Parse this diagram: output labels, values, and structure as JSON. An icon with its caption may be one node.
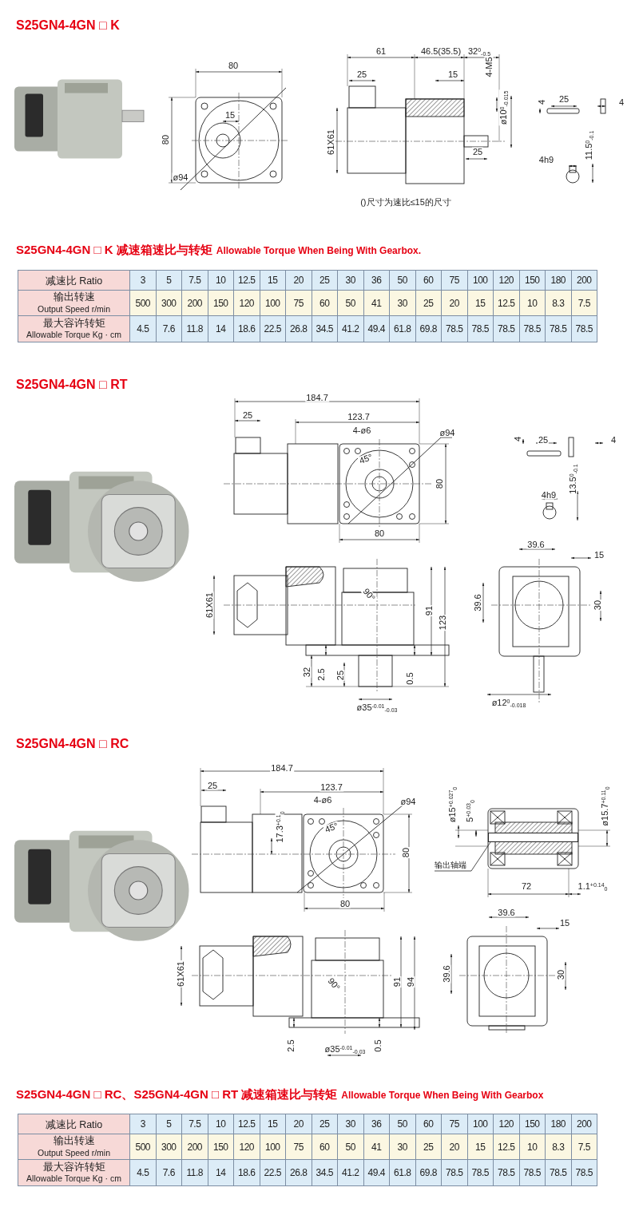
{
  "diagram": {
    "title": "S25GN4-4GN □ K",
    "nodes": [
      {
        "text": [
          "输出轴端"
        ]
      },
      {
        "text": [],
        "shape": "bar"
      }
    ],
    "edges": [
      {
        "from": 0,
        "to": 1,
        "arrow": "none"
      }
    ],
    "labels": [
      "80",
      "80",
      "15",
      "ø94",
      "61",
      "46.5(35.5)",
      "32$^{0}$$_{-0.5}$",
      "25",
      "15",
      "4-M5",
      "ø10$^{0}$$_{-0.015}$",
      "61X61",
      "25",
      "4",
      "25",
      "4",
      "11.5$^{0}$$_{-0.1}$",
      "4h9",
      "()尺寸为速比≤15的尺寸",
      "S25GN4-4GN □ K 减速箱速比与转矩",
      "Allowable Torque When Being With Gearbox.",
      "减速比 Ratio",
      "3",
      "5",
      "7.5",
      "10",
      "12.5",
      "15",
      "20",
      "25",
      "30",
      "36",
      "50",
      "60",
      "75",
      "100",
      "120",
      "150",
      "180",
      "200",
      "输出转速",
      "Output Speed r/min",
      "500",
      "300",
      "200",
      "150",
      "120",
      "100",
      "75",
      "60",
      "50",
      "41",
      "30",
      "25",
      "20",
      "15",
      "12.5",
      "10",
      "8.3",
      "7.5",
      "最大容许转矩",
      "Allowable Torque Kg · cm",
      "4.5",
      "7.6",
      "11.8",
      "14",
      "18.6",
      "22.5",
      "26.8",
      "34.5",
      "41.2",
      "49.4",
      "61.8",
      "69.8",
      "78.5",
      "78.5",
      "78.5",
      "78.5",
      "78.5",
      "78.5",
      "S25GN4-4GN □ RT",
      "184.7",
      "25",
      "123.7",
      "4-ø6",
      "ø94",
      "45°",
      "80",
      "80",
      "4",
      "25",
      "4",
      "13.5$^{0}$$_{-0.1}$",
      "4h9",
      "39.6",
      "15",
      "61X61",
      "90°",
      "91",
      "123",
      "39.6",
      "30",
      "32",
      "2.5",
      "25",
      "0.5",
      "ø35$^{-0.01}$$_{-0.03}$",
      "ø12$^{0}$$_{-0.018}$",
      "S25GN4-4GN □ RC",
      "184.7",
      "25",
      "123.7",
      "4-ø6",
      "ø94",
      "17.3$^{+0.1}$$_{0}$",
      "45°",
      "80",
      "80",
      "ø15$^{+0.027}$$_{0}$",
      "5$^{+0.03}$$_{0}$",
      "ø15.7$^{+0.11}$$_{0}$",
      "72",
      "1.1$^{+0.14}$$_{0}$",
      "39.6",
      "15",
      "61X61",
      "90°",
      "91",
      "94",
      "39.6",
      "30",
      "2.5",
      "ø35$^{-0.01}$$_{-0.03}$",
      "0.5",
      "S25GN4-4GN □ RC、S25GN4-4GN □ RT 减速箱速比与转矩",
      "Allowable Torque When Being With Gearbox",
      "减速比 Ratio",
      "3",
      "5",
      "7.5",
      "10",
      "12.5",
      "15",
      "20",
      "25",
      "30",
      "36",
      "50",
      "60",
      "75",
      "100",
      "120",
      "150",
      "180",
      "200",
      "输出转速",
      "Output Speed r/min",
      "500",
      "300",
      "200",
      "150",
      "120",
      "100",
      "75",
      "60",
      "50",
      "41",
      "30",
      "25",
      "20",
      "15",
      "12.5",
      "10",
      "8.3",
      "7.5",
      "最大容许转矩",
      "Allowable Torque Kg · cm",
      "4.5",
      "7.6",
      "11.8",
      "14",
      "18.6",
      "22.5",
      "26.8",
      "34.5",
      "41.2",
      "49.4",
      "61.8",
      "69.8",
      "78.5",
      "78.5",
      "78.5",
      "78.5",
      "78.5",
      "78.5"
    ]
  }
}
